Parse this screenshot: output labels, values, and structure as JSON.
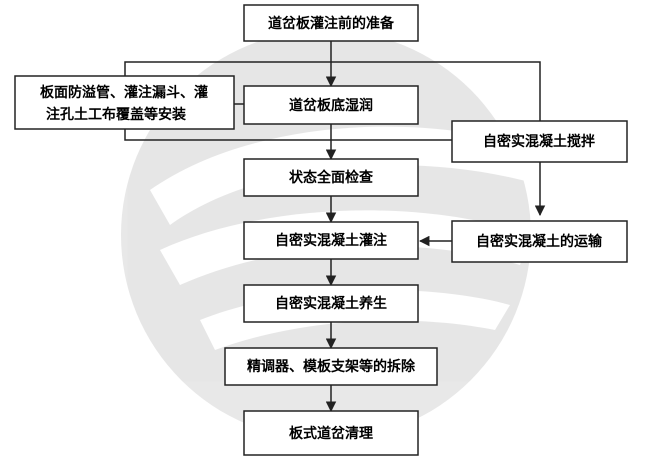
{
  "diagram": {
    "nodes": {
      "prep": "道岔板灌注前的准备",
      "install": [
        "板面防溢管、灌注漏斗、灌",
        "注孔土工布覆盖等安装"
      ],
      "wet": "道岔板底湿润",
      "mix": "自密实混凝土搅拌",
      "inspect": "状态全面检查",
      "pour": "自密实混凝土灌注",
      "transport": "自密实混凝土的运输",
      "cure": "自密实混凝土养生",
      "remove": "精调器、模板支架等的拆除",
      "clean": "板式道岔清理"
    }
  }
}
